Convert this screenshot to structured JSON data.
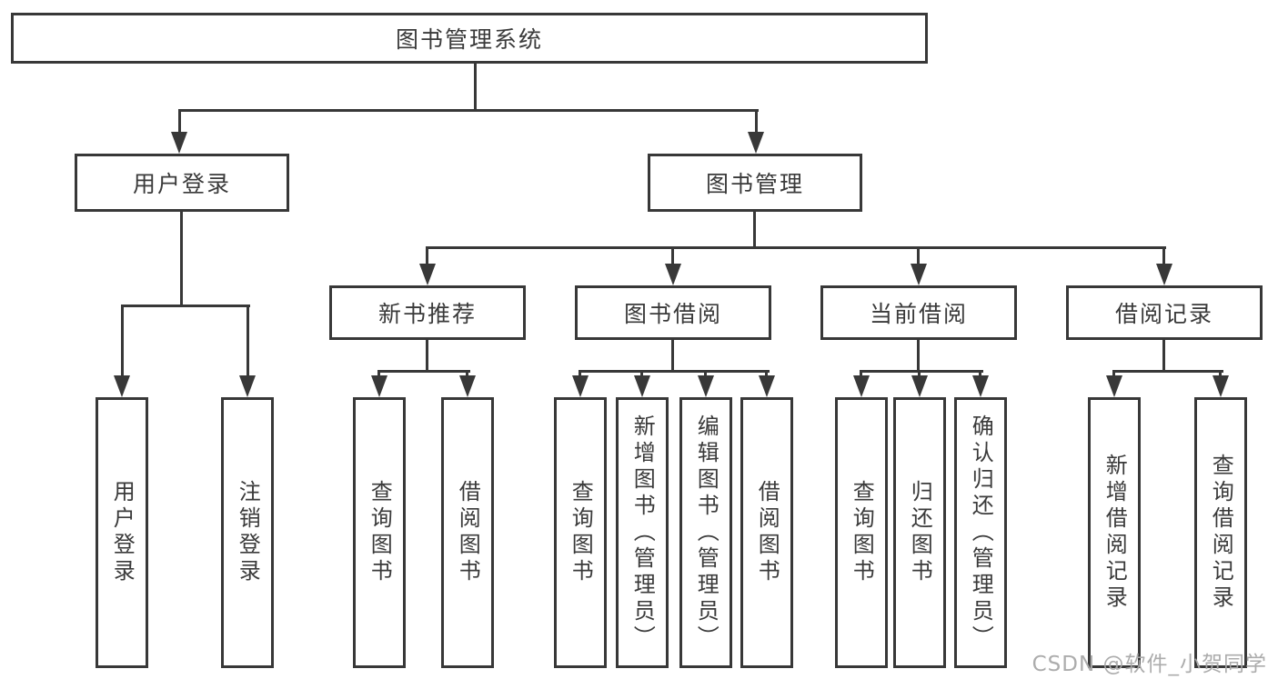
{
  "tree": {
    "label": "图书管理系统",
    "children": [
      {
        "label": "用户登录",
        "children": [
          {
            "label": "用户登录"
          },
          {
            "label": "注销登录"
          }
        ]
      },
      {
        "label": "图书管理",
        "children": [
          {
            "label": "新书推荐",
            "children": [
              {
                "label": "查询图书"
              },
              {
                "label": "借阅图书"
              }
            ]
          },
          {
            "label": "图书借阅",
            "children": [
              {
                "label": "查询图书"
              },
              {
                "label": "新增图书（管理员）"
              },
              {
                "label": "编辑图书（管理员）"
              },
              {
                "label": "借阅图书"
              }
            ]
          },
          {
            "label": "当前借阅",
            "children": [
              {
                "label": "查询图书"
              },
              {
                "label": "归还图书"
              },
              {
                "label": "确认归还（管理员）"
              }
            ]
          },
          {
            "label": "借阅记录",
            "children": [
              {
                "label": "新增借阅记录"
              },
              {
                "label": "查询借阅记录"
              }
            ]
          }
        ]
      }
    ]
  },
  "watermark": "CSDN @软件_小贺同学",
  "colors": {
    "line": "#383838",
    "text": "#3a3a3a",
    "watermark": "#a8a8a8",
    "background": "#ffffff"
  }
}
